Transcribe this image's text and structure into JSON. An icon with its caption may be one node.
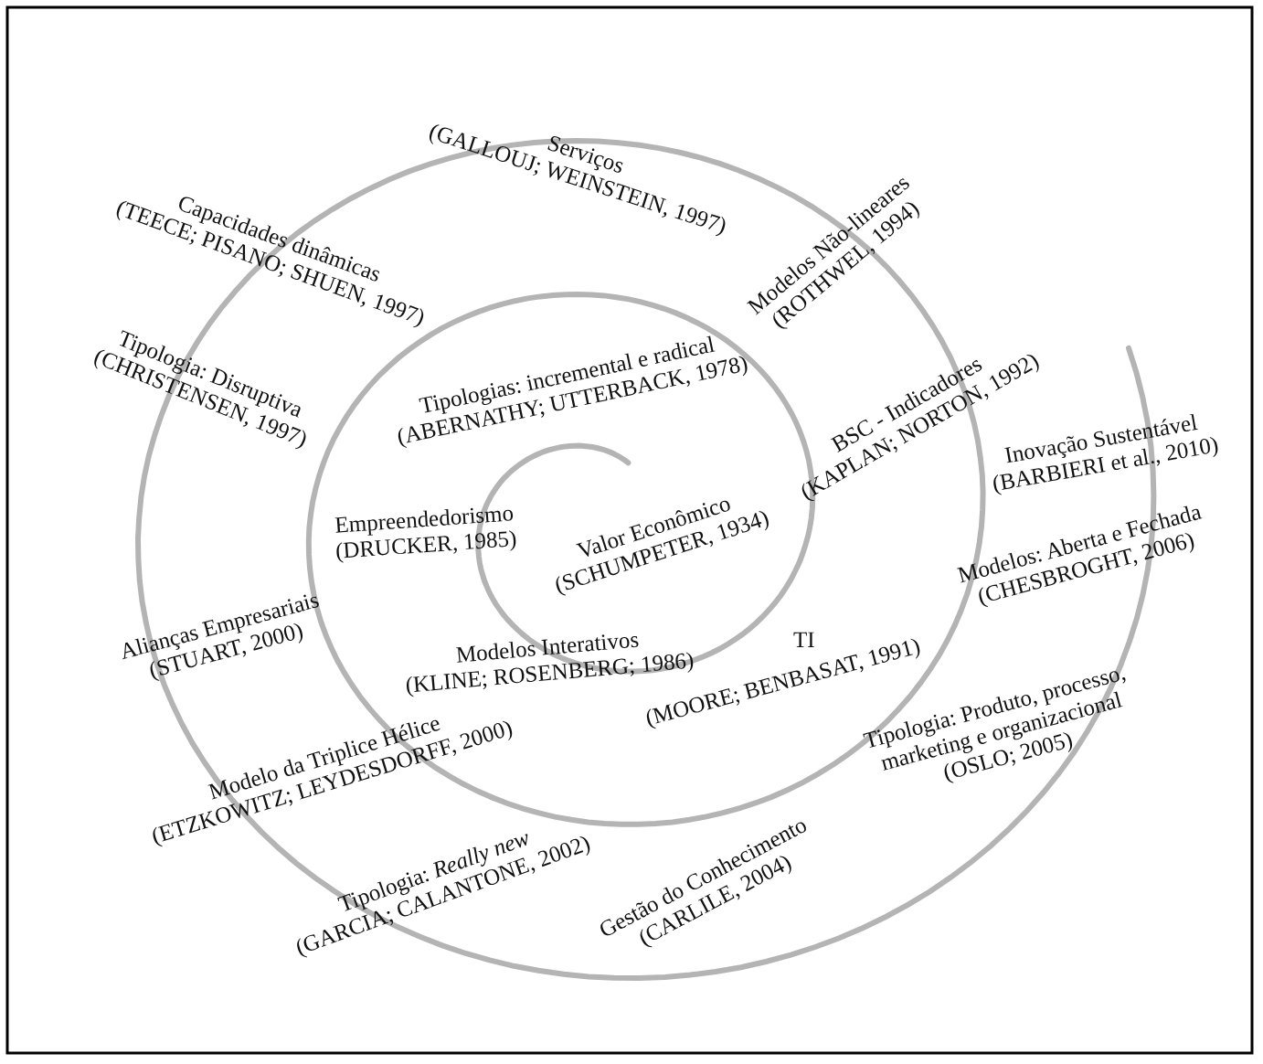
{
  "diagram": {
    "labels": [
      "Serviços",
      "(GALLOUJ; WEINSTEIN, 1997)",
      "Capacidades dinâmicas",
      "(TEECE; PISANO; SHUEN, 1997)",
      "Modelos Não-lineares",
      "(ROTHWEL, 1994)",
      "Tipologia: Disruptiva",
      "(CHRISTENSEN, 1997)",
      "Tipologias: incremental e radical",
      "(ABERNATHY; UTTERBACK, 1978)",
      "BSC - Indicadores",
      "(KAPLAN; NORTON, 1992)",
      "Inovação Sustentável",
      "(BARBIERI et al., 2010)",
      "Empreendedorismo",
      "(DRUCKER, 1985)",
      "Valor Econômico",
      "(SCHUMPETER, 1934)",
      "Modelos: Aberta e Fechada",
      "(CHESBROGHT, 2006)",
      "Alianças Empresariais",
      "(STUART, 2000)",
      "Modelos Interativos",
      "(KLINE; ROSENBERG; 1986)",
      "TI",
      "(MOORE; BENBASAT, 1991)",
      "Tipologia: Produto, processo, marketing e organizacional",
      "(OSLO; 2005)",
      "Modelo da Triplice Hélice",
      "(ETZKOWITZ; LEYDESDORFF, 2000)",
      "Tipologia: *Really new*",
      "(GARCIA; CALANTONE, 2002)",
      "Gestão do Conhecimento",
      "(CARLILE, 2004)"
    ]
  }
}
